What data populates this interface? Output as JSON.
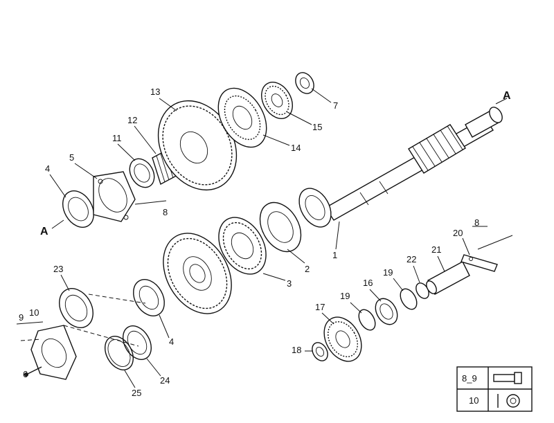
{
  "section_marker": "A",
  "part_numbers": {
    "p1": "1",
    "p2": "2",
    "p3": "3",
    "p4": "4",
    "p4b": "4",
    "p5": "5",
    "p6": "6",
    "p7": "7",
    "p8a": "8",
    "p8b": "8",
    "p9": "9",
    "p10": "10",
    "p11": "11",
    "p12": "12",
    "p13": "13",
    "p14": "14",
    "p15": "15",
    "p16": "16",
    "p17": "17",
    "p18": "18",
    "p19a": "19",
    "p19b": "19",
    "p20": "20",
    "p21": "21",
    "p22": "22",
    "p23": "23",
    "p24": "24",
    "p25": "25"
  },
  "legend": {
    "rows": [
      {
        "label": "8_9",
        "icon": "bolt-icon"
      },
      {
        "label": "10",
        "icon": "washer-icon"
      }
    ]
  }
}
